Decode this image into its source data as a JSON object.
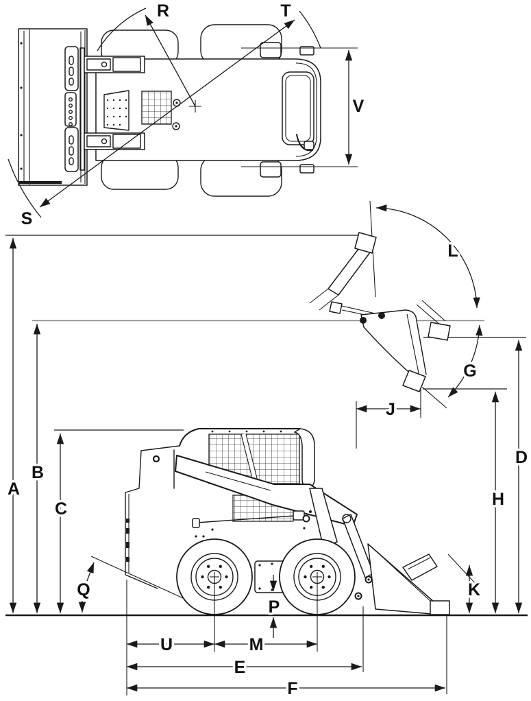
{
  "meta": {
    "diagram_type": "technical dimension drawing",
    "subject": "skid-steer loader",
    "views": [
      "top plan view",
      "side elevation with bucket raised to dump position"
    ],
    "line_color": "#1a1a1a",
    "reference_line_color": "#8a8a8a",
    "background_color": "#ffffff"
  },
  "labels": {
    "A": "A",
    "B": "B",
    "C": "C",
    "D": "D",
    "E": "E",
    "F": "F",
    "G": "G",
    "H": "H",
    "J": "J",
    "K": "K",
    "L": "L",
    "M": "M",
    "P": "P",
    "Q": "Q",
    "R": "R",
    "S": "S",
    "T": "T",
    "U": "U",
    "V": "V"
  }
}
